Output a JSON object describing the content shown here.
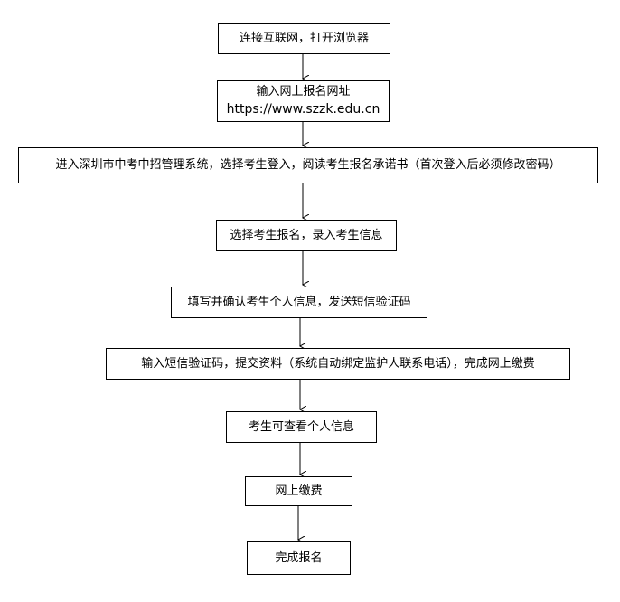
{
  "flowchart": {
    "steps": [
      {
        "id": "step-connect",
        "lines": [
          "连接互联网，打开浏览器"
        ]
      },
      {
        "id": "step-url",
        "lines": [
          "输入网上报名网址",
          "https://www.szzk.edu.cn"
        ]
      },
      {
        "id": "step-login",
        "lines": [
          "进入深圳市中考中招管理系统，选择考生登入，阅读考生报名承诺书（首次登入后必须修改密码）"
        ]
      },
      {
        "id": "step-select",
        "lines": [
          "选择考生报名，录入考生信息"
        ]
      },
      {
        "id": "step-confirm",
        "lines": [
          "填写并确认考生个人信息，发送短信验证码"
        ]
      },
      {
        "id": "step-submit",
        "lines": [
          "输入短信验证码，提交资料（系统自动绑定监护人联系电话），完成网上缴费"
        ]
      },
      {
        "id": "step-view",
        "lines": [
          "考生可查看个人信息"
        ]
      },
      {
        "id": "step-pay",
        "lines": [
          "网上缴费"
        ]
      },
      {
        "id": "step-done",
        "lines": [
          "完成报名"
        ]
      }
    ]
  }
}
